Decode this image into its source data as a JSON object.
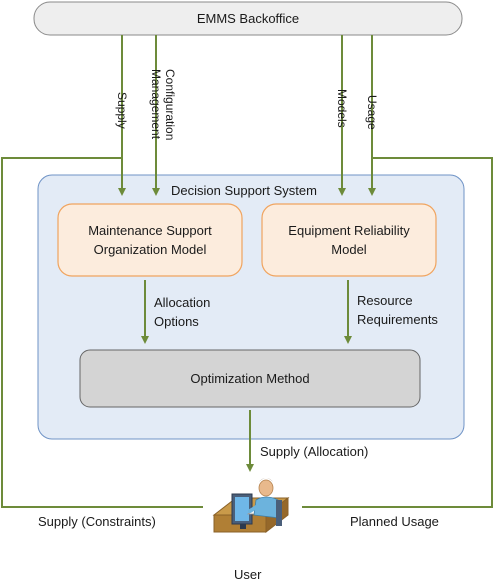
{
  "backoffice": {
    "label": "EMMS Backoffice"
  },
  "dss": {
    "label": "Decision Support System"
  },
  "maintenance_model": {
    "line1": "Maintenance Support",
    "line2": "Organization Model"
  },
  "reliability_model": {
    "line1": "Equipment Reliability",
    "line2": "Model"
  },
  "optimization": {
    "label": "Optimization Method"
  },
  "flows": {
    "supply": "Supply",
    "configuration_management_line1": "Configuration",
    "configuration_management_line2": "Management",
    "models": "Models",
    "usage": "Usage",
    "allocation_options_line1": "Allocation",
    "allocation_options_line2": "Options",
    "resource_requirements_line1": "Resource",
    "resource_requirements_line2": "Requirements",
    "supply_allocation": "Supply (Allocation)",
    "supply_constraints": "Supply (Constraints)",
    "planned_usage": "Planned Usage"
  },
  "user": {
    "label": "User",
    "icon": "user-at-computer-icon"
  },
  "colors": {
    "arrow": "#6d8b3a",
    "backoffice_fill": "#eeeeee",
    "dss_fill": "#e3ebf6",
    "dss_border": "#6f93c6",
    "model_fill": "#fcecdd",
    "model_border": "#f0a45f",
    "optimization_fill": "#d4d4d4"
  }
}
